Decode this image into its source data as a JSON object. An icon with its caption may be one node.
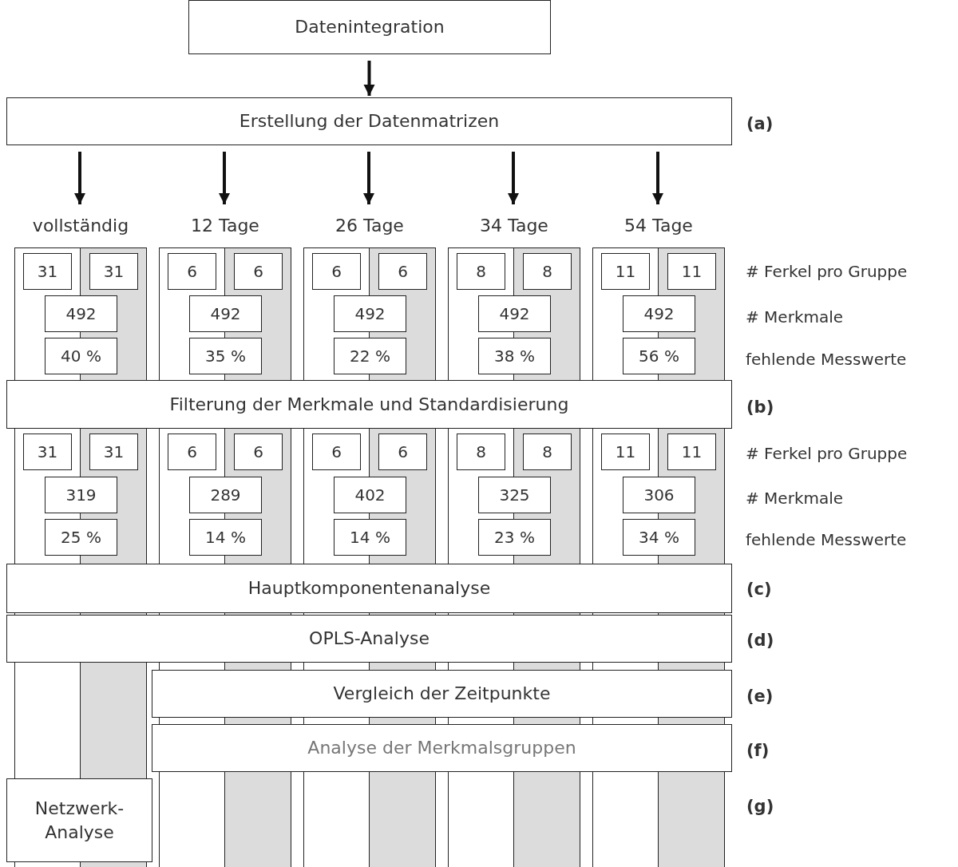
{
  "diagram": {
    "nodes": [
      {
        "text": [
          "Datenintegration"
        ]
      },
      {
        "text": [
          "Erstellung der Datenmatrizen"
        ]
      },
      {
        "text": [
          "vollständig"
        ]
      },
      {
        "text": [
          "12 Tage"
        ]
      },
      {
        "text": [
          "26 Tage"
        ]
      },
      {
        "text": [
          "34 Tage"
        ]
      },
      {
        "text": [
          "54 Tage"
        ]
      },
      {
        "text": [
          "31"
        ],
        "in": 2
      },
      {
        "text": [
          "31"
        ],
        "in": 2
      },
      {
        "text": [
          "492"
        ],
        "in": 2
      },
      {
        "text": [
          "40 %"
        ],
        "in": 2
      },
      {
        "text": [
          "31"
        ],
        "in": 2
      },
      {
        "text": [
          "31"
        ],
        "in": 2
      },
      {
        "text": [
          "319"
        ],
        "in": 2
      },
      {
        "text": [
          "25 %"
        ],
        "in": 2
      },
      {
        "text": [
          "6"
        ],
        "in": 3
      },
      {
        "text": [
          "6"
        ],
        "in": 3
      },
      {
        "text": [
          "492"
        ],
        "in": 3
      },
      {
        "text": [
          "35 %"
        ],
        "in": 3
      },
      {
        "text": [
          "6"
        ],
        "in": 3
      },
      {
        "text": [
          "6"
        ],
        "in": 3
      },
      {
        "text": [
          "289"
        ],
        "in": 3
      },
      {
        "text": [
          "14 %"
        ],
        "in": 3
      },
      {
        "text": [
          "6"
        ],
        "in": 4
      },
      {
        "text": [
          "6"
        ],
        "in": 4
      },
      {
        "text": [
          "492"
        ],
        "in": 4
      },
      {
        "text": [
          "22 %"
        ],
        "in": 4
      },
      {
        "text": [
          "6"
        ],
        "in": 4
      },
      {
        "text": [
          "6"
        ],
        "in": 4
      },
      {
        "text": [
          "402"
        ],
        "in": 4
      },
      {
        "text": [
          "14 %"
        ],
        "in": 4
      },
      {
        "text": [
          "8"
        ],
        "in": 5
      },
      {
        "text": [
          "8"
        ],
        "in": 5
      },
      {
        "text": [
          "492"
        ],
        "in": 5
      },
      {
        "text": [
          "38 %"
        ],
        "in": 5
      },
      {
        "text": [
          "8"
        ],
        "in": 5
      },
      {
        "text": [
          "8"
        ],
        "in": 5
      },
      {
        "text": [
          "325"
        ],
        "in": 5
      },
      {
        "text": [
          "23 %"
        ],
        "in": 5
      },
      {
        "text": [
          "11"
        ],
        "in": 6
      },
      {
        "text": [
          "11"
        ],
        "in": 6
      },
      {
        "text": [
          "492"
        ],
        "in": 6
      },
      {
        "text": [
          "56 %"
        ],
        "in": 6
      },
      {
        "text": [
          "11"
        ],
        "in": 6
      },
      {
        "text": [
          "11"
        ],
        "in": 6
      },
      {
        "text": [
          "306"
        ],
        "in": 6
      },
      {
        "text": [
          "34 %"
        ],
        "in": 6
      },
      {
        "text": [
          "Filterung der Merkmale und Standardisierung"
        ]
      },
      {
        "text": [
          "Hauptkomponentenanalyse"
        ]
      },
      {
        "text": [
          "OPLS-Analyse"
        ]
      },
      {
        "text": [
          "Vergleich der Zeitpunkte"
        ]
      },
      {
        "text": [
          "Analyse der Merkmalsgruppen"
        ]
      },
      {
        "text": [
          "Netzwerk-Analyse"
        ]
      }
    ],
    "edges": [
      {
        "from": 0,
        "to": 1,
        "arrow": "to"
      },
      {
        "from": 1,
        "to": 2,
        "arrow": "to"
      },
      {
        "from": 1,
        "to": 3,
        "arrow": "to"
      },
      {
        "from": 1,
        "to": 4,
        "arrow": "to"
      },
      {
        "from": 1,
        "to": 5,
        "arrow": "to"
      },
      {
        "from": 1,
        "to": 6,
        "arrow": "to"
      }
    ],
    "labels": [
      "(a)",
      "# Ferkel pro Gruppe",
      "# Merkmale",
      "fehlende Messwerte",
      "(b)",
      "# Ferkel pro Gruppe",
      "# Merkmale",
      "fehlende Messwerte",
      "(c)",
      "(d)",
      "(e)",
      "(f)",
      "(g)"
    ]
  }
}
